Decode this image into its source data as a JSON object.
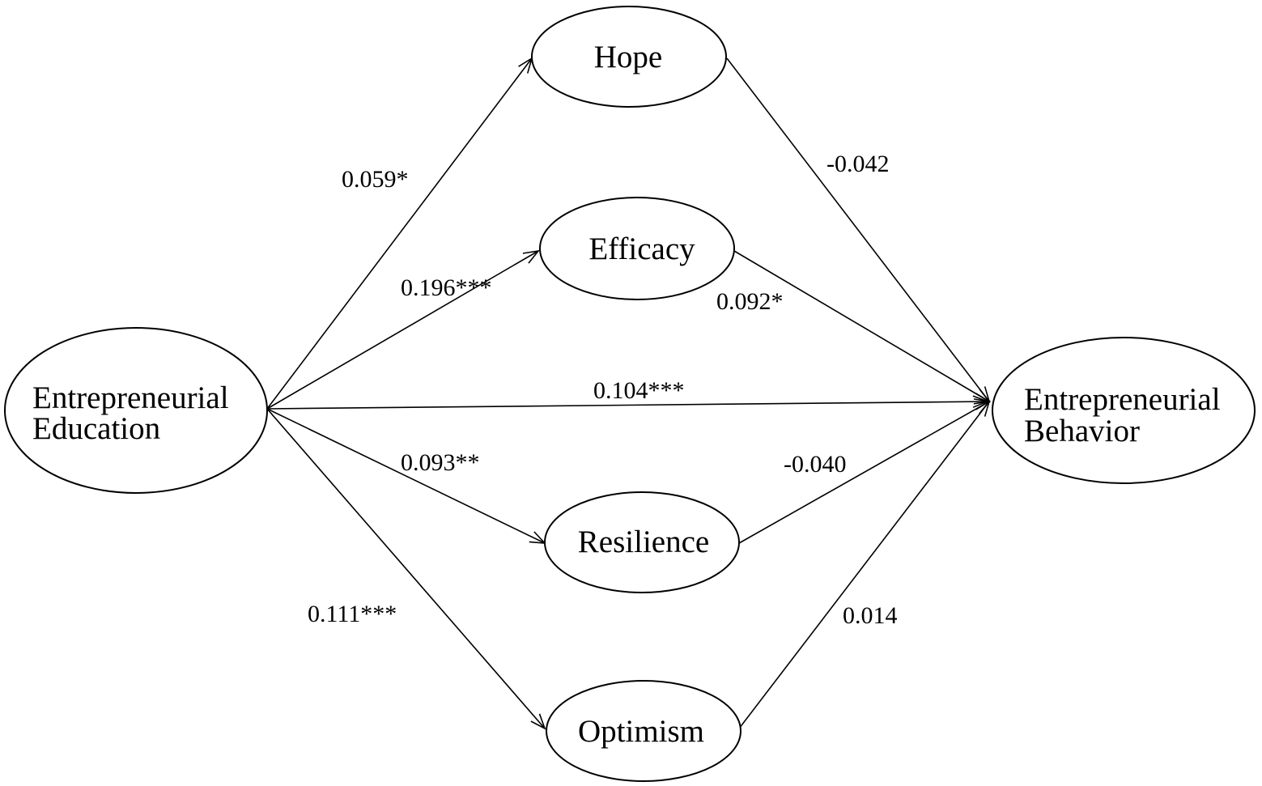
{
  "nodes": {
    "education": {
      "line1": "Entrepreneurial",
      "line2": "Education"
    },
    "hope": {
      "label": "Hope"
    },
    "efficacy": {
      "label": "Efficacy"
    },
    "resilience": {
      "label": "Resilience"
    },
    "optimism": {
      "label": "Optimism"
    },
    "behavior": {
      "line1": "Entrepreneurial",
      "line2": "Behavior"
    }
  },
  "edges": {
    "education_hope": "0.059*",
    "education_efficacy": "0.196***",
    "education_behavior": "0.104***",
    "education_resilience": "0.093**",
    "education_optimism": "0.111***",
    "hope_behavior": "-0.042",
    "efficacy_behavior": "0.092*",
    "resilience_behavior": "-0.040",
    "optimism_behavior": "0.014"
  },
  "colors": {
    "stroke": "#000000",
    "background": "#ffffff"
  }
}
